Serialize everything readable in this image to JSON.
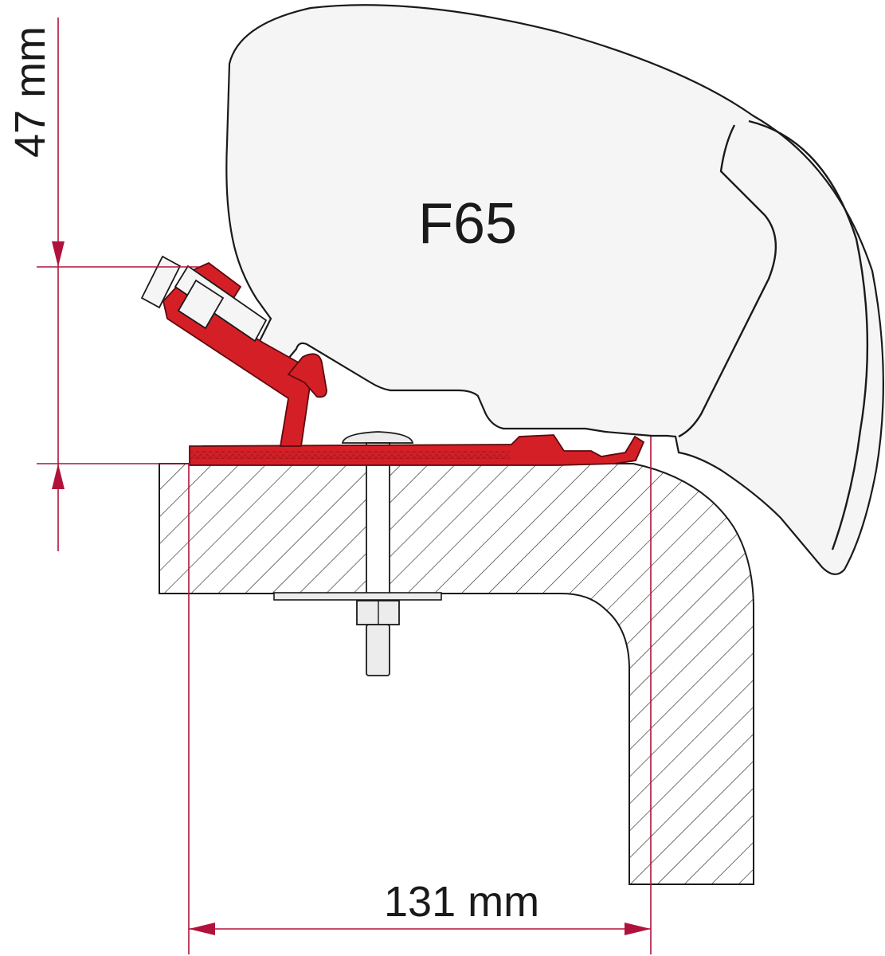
{
  "product_label": "F65",
  "dimension_height": "47 mm",
  "dimension_width": "131 mm",
  "colors": {
    "adapter_red": "#d51f26",
    "dimension_line": "#b0123c",
    "outline": "#1a1a1a",
    "awning_fill": "#f5f5f5",
    "hardware_fill": "#ececec"
  }
}
